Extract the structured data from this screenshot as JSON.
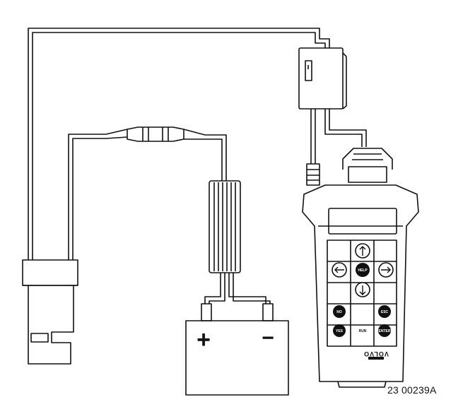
{
  "figure": {
    "reference": "23 00239A"
  },
  "tester": {
    "brand": "VOLVO",
    "keys": {
      "help": "HELP",
      "no": "NO",
      "yes": "YES",
      "run": "RUN",
      "esc": "ESC",
      "enter": "ENTER"
    }
  },
  "battery": {
    "positive_symbol": "+",
    "negative_symbol": "−"
  },
  "icons": [
    "arrow-up-icon",
    "arrow-down-icon",
    "arrow-left-icon",
    "arrow-right-icon"
  ]
}
